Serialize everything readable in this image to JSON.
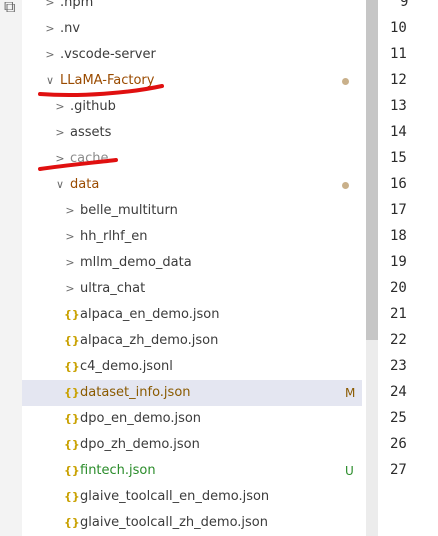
{
  "activity_bar": {
    "icon": "files-icon",
    "glyph": "⧉"
  },
  "explorer": {
    "items": [
      {
        "label": ".npm",
        "type": "folder",
        "collapsed": true
      },
      {
        "label": ".nv",
        "type": "folder",
        "collapsed": true
      },
      {
        "label": ".vscode-server",
        "type": "folder",
        "collapsed": true
      },
      {
        "label": "LLaMA-Factory",
        "type": "folder",
        "expanded": true,
        "dot": true
      },
      {
        "label": ".github",
        "type": "folder",
        "collapsed": true
      },
      {
        "label": "assets",
        "type": "folder",
        "collapsed": true
      },
      {
        "label": "cache",
        "type": "folder",
        "collapsed": true
      },
      {
        "label": "data",
        "type": "folder",
        "expanded": true,
        "dot": true
      },
      {
        "label": "belle_multiturn",
        "type": "folder",
        "collapsed": true
      },
      {
        "label": "hh_rlhf_en",
        "type": "folder",
        "collapsed": true
      },
      {
        "label": "mllm_demo_data",
        "type": "folder",
        "collapsed": true
      },
      {
        "label": "ultra_chat",
        "type": "folder",
        "collapsed": true
      },
      {
        "label": "alpaca_en_demo.json",
        "type": "json"
      },
      {
        "label": "alpaca_zh_demo.json",
        "type": "json"
      },
      {
        "label": "c4_demo.jsonl",
        "type": "json"
      },
      {
        "label": "dataset_info.json",
        "type": "json",
        "badge": "M",
        "selected": true
      },
      {
        "label": "dpo_en_demo.json",
        "type": "json"
      },
      {
        "label": "dpo_zh_demo.json",
        "type": "json"
      },
      {
        "label": "fintech.json",
        "type": "json",
        "badge": "U"
      },
      {
        "label": "glaive_toolcall_en_demo.json",
        "type": "json"
      },
      {
        "label": "glaive_toolcall_zh_demo.json",
        "type": "json"
      }
    ],
    "chevron_collapsed": ">",
    "chevron_expanded": "∨",
    "json_icon": "{}"
  },
  "editor": {
    "line_numbers": [
      "9",
      "10",
      "11",
      "12",
      "13",
      "14",
      "15",
      "16",
      "17",
      "18",
      "19",
      "20",
      "21",
      "22",
      "23",
      "24",
      "25",
      "26",
      "27"
    ]
  },
  "colors": {
    "annotation_red": "#e01010",
    "modified": "#8a5a00",
    "untracked": "#2a8c2a",
    "selected_bg": "#e4e6f1"
  }
}
